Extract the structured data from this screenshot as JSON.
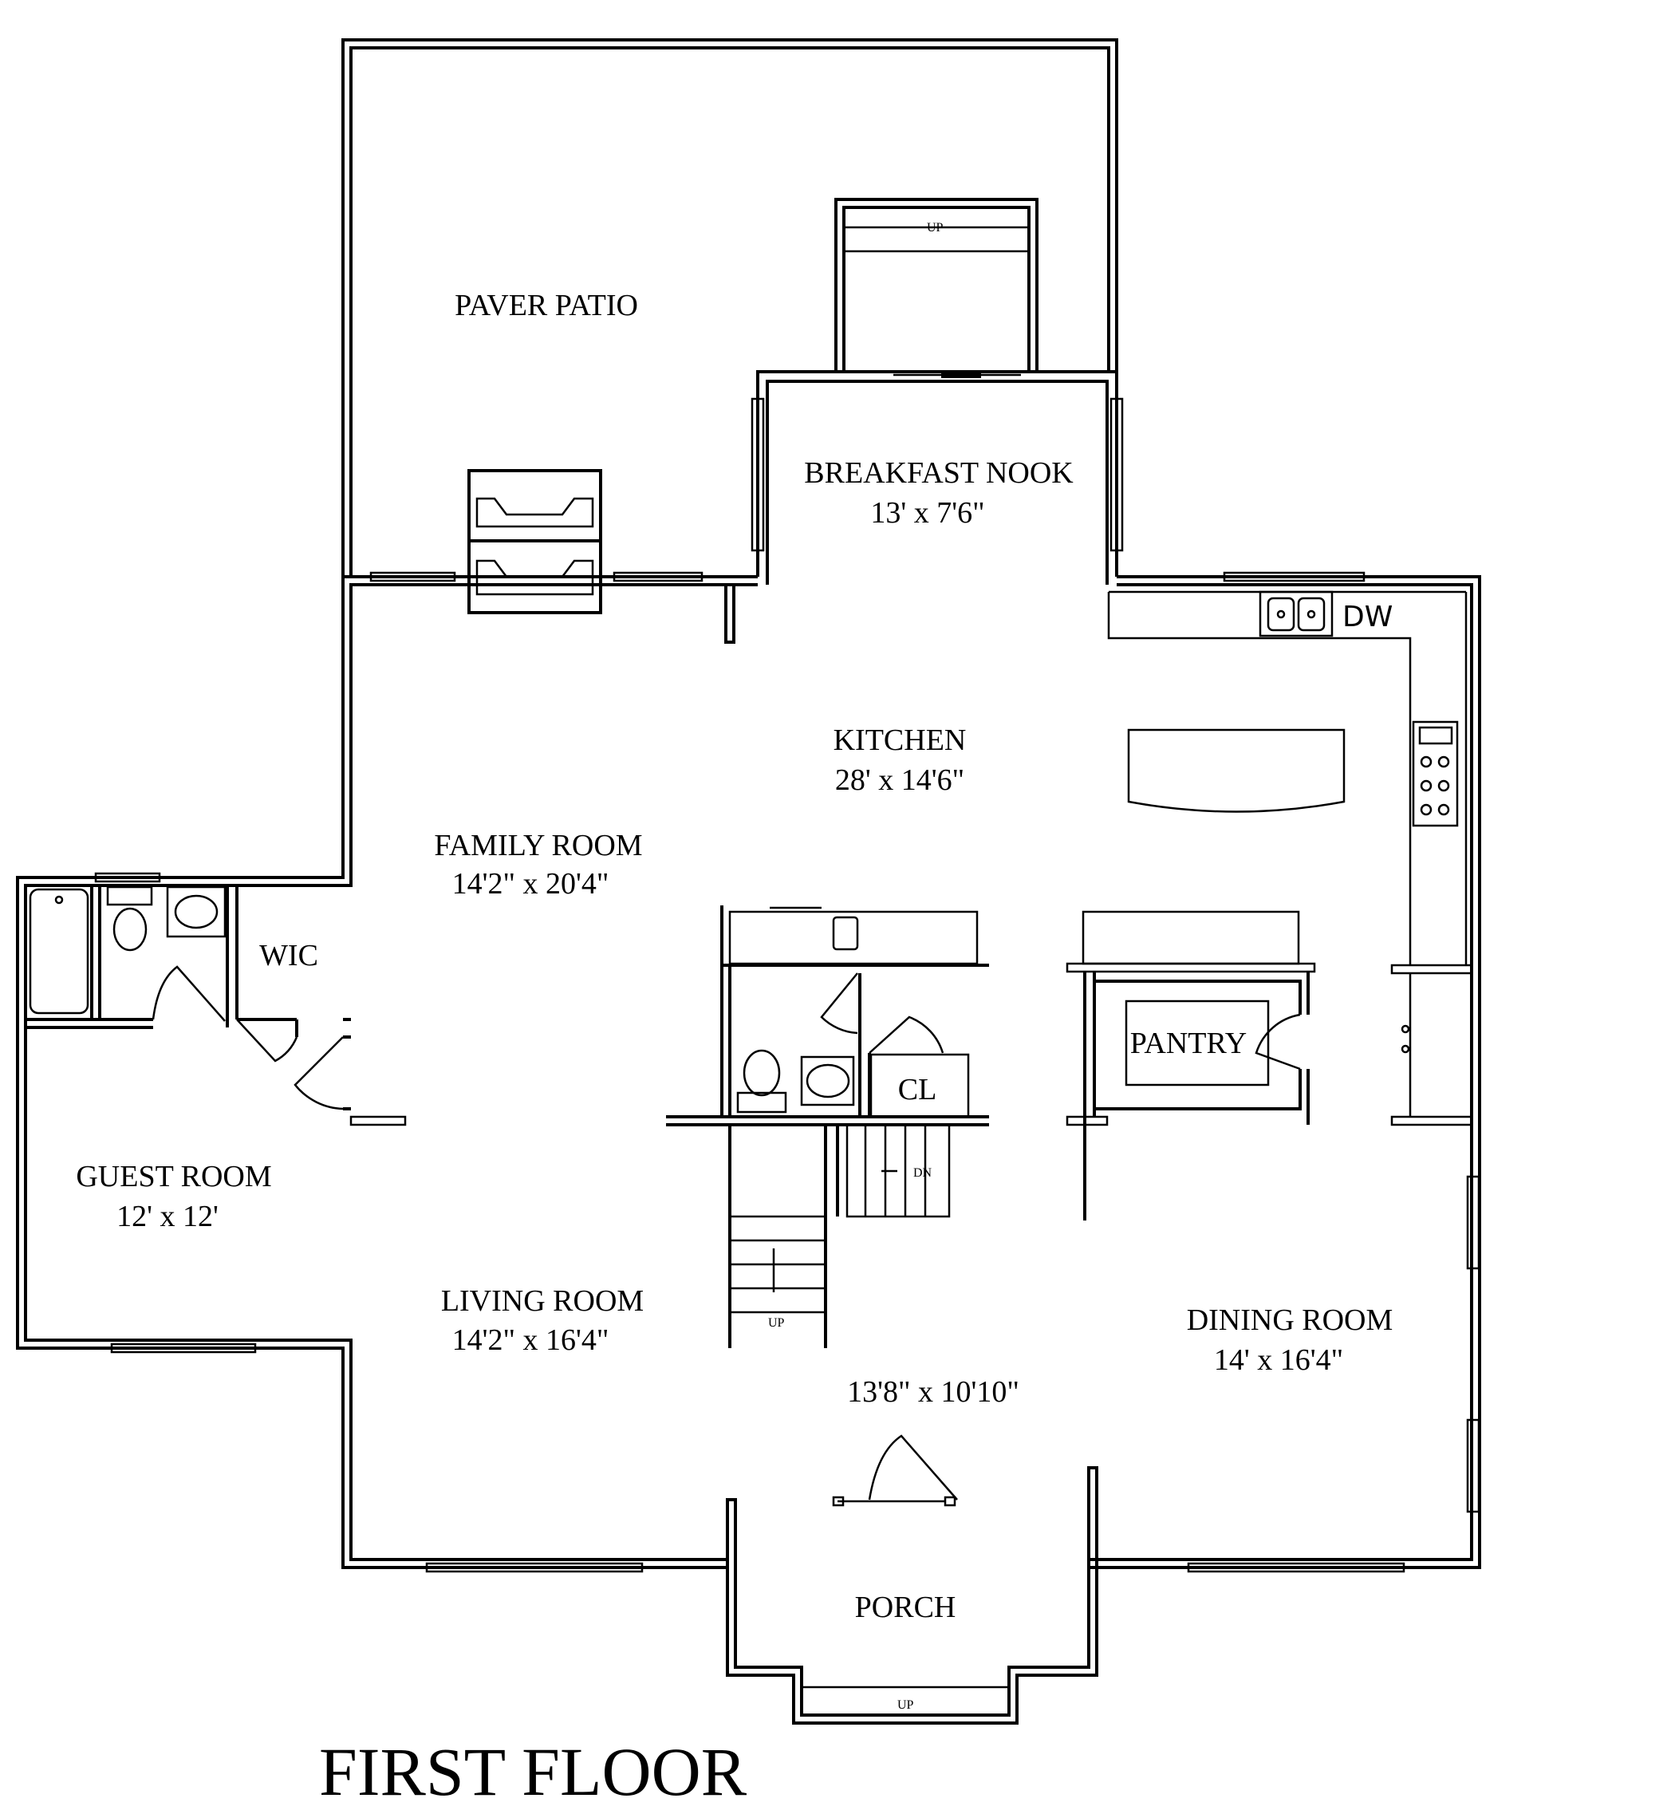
{
  "rooms": {
    "paver_patio": {
      "name": "PAVER PATIO"
    },
    "breakfast_nook": {
      "name": "BREAKFAST NOOK",
      "size": "13' x 7'6\""
    },
    "kitchen": {
      "name": "KITCHEN",
      "size": "28' x 14'6\""
    },
    "family_room": {
      "name": "FAMILY ROOM",
      "size": "14'2\" x 20'4\""
    },
    "wic": {
      "name": "WIC"
    },
    "guest_room": {
      "name": "GUEST ROOM",
      "size": "12' x 12'"
    },
    "pantry": {
      "name": "PANTRY"
    },
    "closet": {
      "name": "CL"
    },
    "living_room": {
      "name": "LIVING ROOM",
      "size": "14'2\" x 16'4\""
    },
    "dining_room": {
      "name": "DINING ROOM",
      "size": "14' x 16'4\""
    },
    "foyer": {
      "size": "13'8\" x 10'10\""
    },
    "porch": {
      "name": "PORCH"
    }
  },
  "fixtures": {
    "dishwasher": "DW"
  },
  "stairs": {
    "patio_steps": "UP",
    "main_up": "UP",
    "basement_down": "DN",
    "porch_steps": "UP"
  },
  "footer": {
    "title": "FIRST FLOOR"
  }
}
